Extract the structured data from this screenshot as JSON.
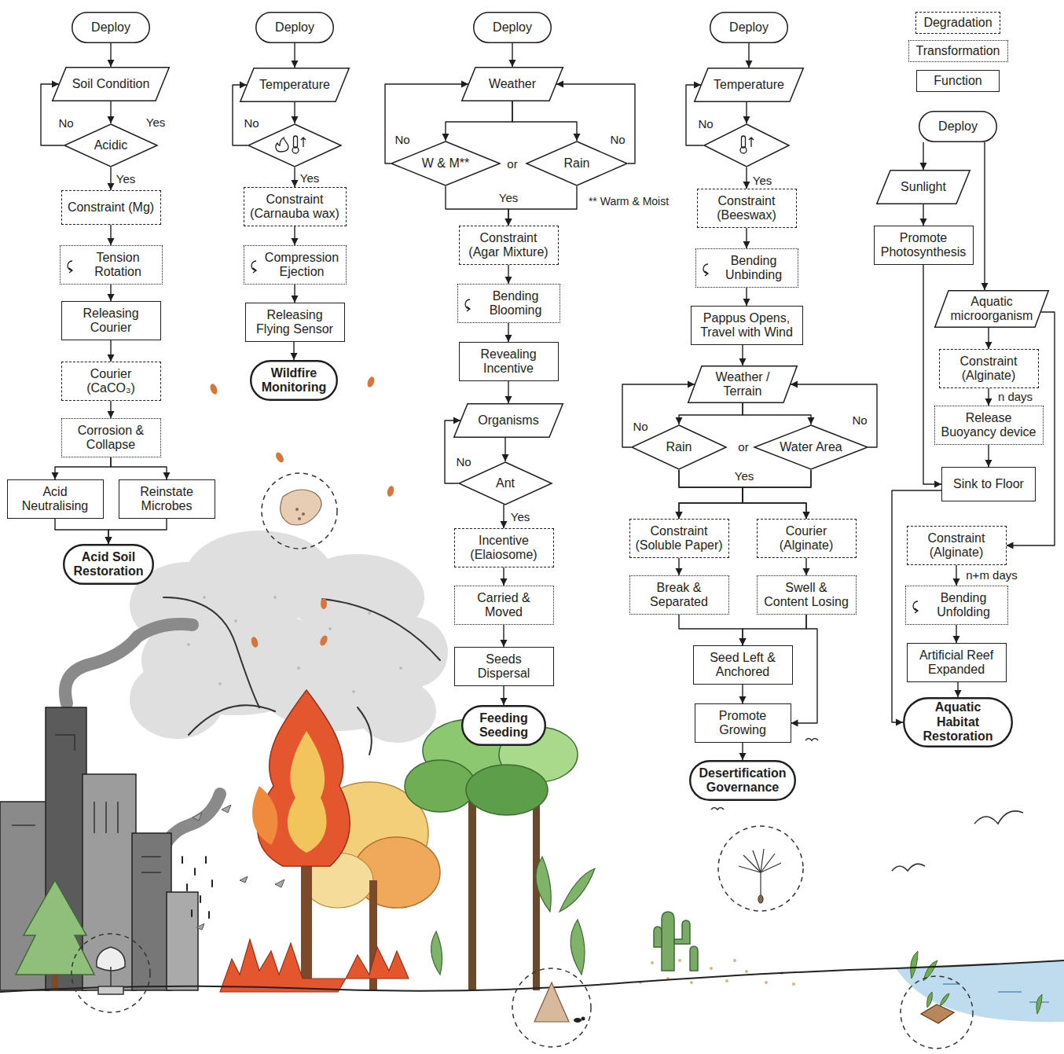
{
  "diagram": {
    "nodes": [
      {
        "text": [
          "Deploy"
        ]
      },
      {
        "text": [
          "Soil Condition"
        ]
      },
      {
        "text": [
          "Acidic"
        ]
      },
      {
        "text": [
          "Constraint (Mg)"
        ]
      },
      {
        "text": [
          "Tension Rotation"
        ]
      },
      {
        "text": [
          "Releasing Courier"
        ]
      },
      {
        "text": [
          "Courier (CaCO₃)"
        ]
      },
      {
        "text": [
          "Corrosion & Collapse"
        ]
      },
      {
        "text": [
          "Acid Neutralising"
        ]
      },
      {
        "text": [
          "Reinstate Microbes"
        ]
      },
      {
        "text": [
          "Acid Soil Restoration"
        ]
      },
      {
        "text": [
          "Deploy"
        ]
      },
      {
        "text": [
          "Temperature"
        ]
      },
      {
        "text": []
      },
      {
        "text": [
          "Constraint (Carnauba wax)"
        ]
      },
      {
        "text": [
          "Compression Ejection"
        ]
      },
      {
        "text": [
          "Releasing Flying Sensor"
        ]
      },
      {
        "text": [
          "Wildfire Monitoring"
        ]
      },
      {
        "text": [
          "Deploy"
        ]
      },
      {
        "text": [
          "Weather"
        ]
      },
      {
        "text": [
          "W & M**"
        ]
      },
      {
        "text": [
          "Rain"
        ]
      },
      {
        "text": [
          "Constraint (Agar Mixture)"
        ]
      },
      {
        "text": [
          "Bending Blooming"
        ]
      },
      {
        "text": [
          "Revealing Incentive"
        ]
      },
      {
        "text": [
          "Organisms"
        ]
      },
      {
        "text": [
          "Ant"
        ]
      },
      {
        "text": [
          "Incentive (Elaiosome)"
        ]
      },
      {
        "text": [
          "Carried & Moved"
        ]
      },
      {
        "text": [
          "Seeds Dispersal"
        ]
      },
      {
        "text": [
          "Feeding Seeding"
        ]
      },
      {
        "text": [
          "Deploy"
        ]
      },
      {
        "text": [
          "Temperature"
        ]
      },
      {
        "text": []
      },
      {
        "text": [
          "Constraint (Beeswax)"
        ]
      },
      {
        "text": [
          "Bending Unbinding"
        ]
      },
      {
        "text": [
          "Pappus Opens, Travel with Wind"
        ]
      },
      {
        "text": [
          "Weather / Terrain"
        ]
      },
      {
        "text": [
          "Rain"
        ]
      },
      {
        "text": [
          "Water Area"
        ]
      },
      {
        "text": [
          "Constraint (Soluble Paper)"
        ]
      },
      {
        "text": [
          "Courier (Alginate)"
        ]
      },
      {
        "text": [
          "Break & Separated"
        ]
      },
      {
        "text": [
          "Swell & Content Losing"
        ]
      },
      {
        "text": [
          "Seed Left & Anchored"
        ]
      },
      {
        "text": [
          "Promote Growing"
        ]
      },
      {
        "text": [
          "Desertification Governance"
        ]
      },
      {
        "text": [
          "Deploy"
        ]
      },
      {
        "text": [
          "Sunlight"
        ]
      },
      {
        "text": [
          "Promote Photosynthesis"
        ]
      },
      {
        "text": [
          "Aquatic microorganism"
        ]
      },
      {
        "text": [
          "Constraint (Alginate)"
        ]
      },
      {
        "text": [
          "Release Buoyancy device"
        ]
      },
      {
        "text": [
          "Sink to Floor"
        ]
      },
      {
        "text": [
          "Constraint (Alginate)"
        ]
      },
      {
        "text": [
          "Bending Unfolding"
        ]
      },
      {
        "text": [
          "Artificial Reef Expanded"
        ]
      },
      {
        "text": [
          "Aquatic Habitat Restoration"
        ]
      }
    ],
    "edges": [
      {
        "from": 0,
        "to": 1,
        "arrow": "to"
      },
      {
        "from": 1,
        "to": 2,
        "arrow": "to"
      },
      {
        "from": 2,
        "to": 1,
        "label": "No",
        "arrow": "to"
      },
      {
        "from": 2,
        "to": 3,
        "label": "Yes",
        "arrow": "to"
      },
      {
        "from": 3,
        "to": 4,
        "arrow": "to"
      },
      {
        "from": 4,
        "to": 5,
        "arrow": "to"
      },
      {
        "from": 5,
        "to": 6,
        "arrow": "to"
      },
      {
        "from": 6,
        "to": 7,
        "arrow": "to"
      },
      {
        "from": 7,
        "to": 8,
        "arrow": "to"
      },
      {
        "from": 7,
        "to": 9,
        "arrow": "to"
      },
      {
        "from": 8,
        "to": 10,
        "arrow": "to"
      },
      {
        "from": 9,
        "to": 10,
        "arrow": "to"
      },
      {
        "from": 11,
        "to": 12,
        "arrow": "to"
      },
      {
        "from": 12,
        "to": 13,
        "arrow": "to"
      },
      {
        "from": 13,
        "to": 12,
        "label": "No",
        "arrow": "to"
      },
      {
        "from": 13,
        "to": 14,
        "label": "Yes",
        "arrow": "to"
      },
      {
        "from": 14,
        "to": 15,
        "arrow": "to"
      },
      {
        "from": 15,
        "to": 16,
        "arrow": "to"
      },
      {
        "from": 16,
        "to": 17,
        "arrow": "to"
      },
      {
        "from": 18,
        "to": 19,
        "arrow": "to"
      },
      {
        "from": 19,
        "to": 20,
        "arrow": "to"
      },
      {
        "from": 19,
        "to": 21,
        "arrow": "to"
      },
      {
        "from": 20,
        "to": 19,
        "label": "No",
        "arrow": "to"
      },
      {
        "from": 21,
        "to": 19,
        "label": "No",
        "arrow": "to"
      },
      {
        "from": 20,
        "to": 22,
        "arrow": "to"
      },
      {
        "from": 21,
        "to": 22,
        "arrow": "to"
      },
      {
        "from": 22,
        "to": 23,
        "arrow": "to"
      },
      {
        "from": 23,
        "to": 24,
        "arrow": "to"
      },
      {
        "from": 24,
        "to": 25,
        "arrow": "to"
      },
      {
        "from": 25,
        "to": 26,
        "arrow": "to"
      },
      {
        "from": 26,
        "to": 25,
        "label": "No",
        "arrow": "to"
      },
      {
        "from": 26,
        "to": 27,
        "label": "Yes",
        "arrow": "to"
      },
      {
        "from": 27,
        "to": 28,
        "arrow": "to"
      },
      {
        "from": 28,
        "to": 29,
        "arrow": "to"
      },
      {
        "from": 29,
        "to": 30,
        "arrow": "to"
      },
      {
        "from": 31,
        "to": 32,
        "arrow": "to"
      },
      {
        "from": 32,
        "to": 33,
        "arrow": "to"
      },
      {
        "from": 33,
        "to": 32,
        "label": "No",
        "arrow": "to"
      },
      {
        "from": 33,
        "to": 34,
        "label": "Yes",
        "arrow": "to"
      },
      {
        "from": 34,
        "to": 35,
        "arrow": "to"
      },
      {
        "from": 35,
        "to": 36,
        "arrow": "to"
      },
      {
        "from": 36,
        "to": 37,
        "arrow": "to"
      },
      {
        "from": 37,
        "to": 38,
        "arrow": "to"
      },
      {
        "from": 37,
        "to": 39,
        "arrow": "to"
      },
      {
        "from": 38,
        "to": 37,
        "label": "No",
        "arrow": "to"
      },
      {
        "from": 39,
        "to": 37,
        "label": "No",
        "arrow": "to"
      },
      {
        "from": 38,
        "to": 40,
        "arrow": "to"
      },
      {
        "from": 38,
        "to": 41,
        "arrow": "to"
      },
      {
        "from": 39,
        "to": 40,
        "arrow": "to"
      },
      {
        "from": 39,
        "to": 41,
        "arrow": "to"
      },
      {
        "from": 40,
        "to": 42,
        "arrow": "to"
      },
      {
        "from": 41,
        "to": 43,
        "arrow": "to"
      },
      {
        "from": 42,
        "to": 44,
        "arrow": "to"
      },
      {
        "from": 43,
        "to": 44,
        "arrow": "to"
      },
      {
        "from": 43,
        "to": 45,
        "arrow": "to"
      },
      {
        "from": 44,
        "to": 45,
        "arrow": "to"
      },
      {
        "from": 45,
        "to": 46,
        "arrow": "to"
      },
      {
        "from": 47,
        "to": 48,
        "arrow": "to"
      },
      {
        "from": 47,
        "to": 50,
        "arrow": "to"
      },
      {
        "from": 48,
        "to": 49,
        "arrow": "to"
      },
      {
        "from": 49,
        "to": 53,
        "arrow": "to"
      },
      {
        "from": 50,
        "to": 51,
        "arrow": "to"
      },
      {
        "from": 51,
        "to": 52,
        "label": "n days",
        "arrow": "to"
      },
      {
        "from": 52,
        "to": 53,
        "arrow": "to"
      },
      {
        "from": 50,
        "to": 54,
        "arrow": "to"
      },
      {
        "from": 53,
        "to": 57,
        "arrow": "to"
      },
      {
        "from": 54,
        "to": 55,
        "label": "n+m days",
        "arrow": "to"
      },
      {
        "from": 55,
        "to": 56,
        "arrow": "to"
      },
      {
        "from": 56,
        "to": 57,
        "arrow": "to"
      }
    ],
    "labels": [
      "Yes",
      "or",
      "Yes",
      "** Warm & Moist",
      "or",
      "Yes"
    ],
    "legend": [
      {
        "text": "Degradation"
      },
      {
        "text": "Transformation"
      },
      {
        "text": "Function"
      }
    ]
  }
}
